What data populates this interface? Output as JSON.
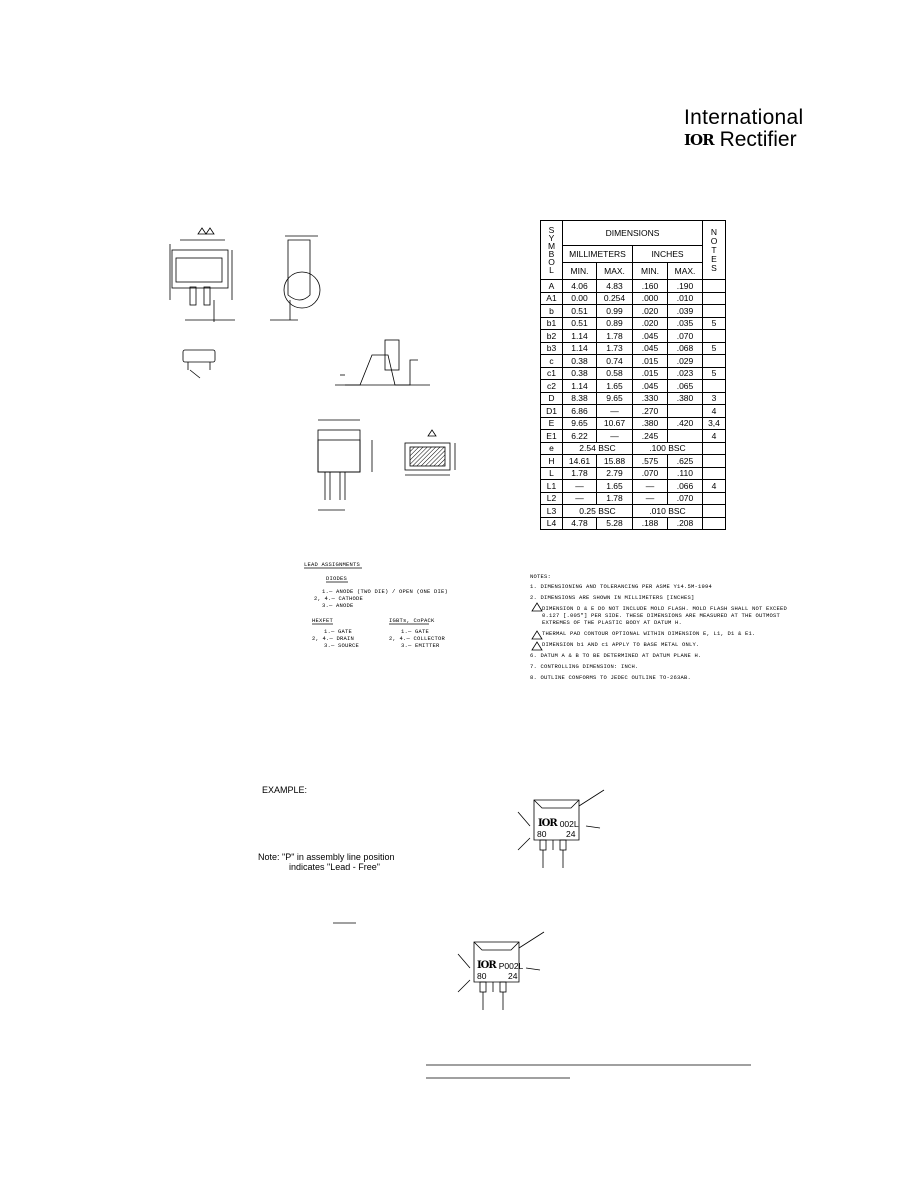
{
  "header": {
    "logo_line1": "International",
    "logo_line2_mark": "IOR",
    "logo_line2_text": "Rectifier"
  },
  "table": {
    "title": "DIMENSIONS",
    "symbol_header": [
      "S",
      "Y",
      "M",
      "B",
      "O",
      "L"
    ],
    "notes_header": [
      "N",
      "O",
      "T",
      "E",
      "S"
    ],
    "mm_header": "MILLIMETERS",
    "in_header": "INCHES",
    "min": "MIN.",
    "max": "MAX.",
    "rows": [
      {
        "sym": "A",
        "mm_min": "4.06",
        "mm_max": "4.83",
        "in_min": ".160",
        "in_max": ".190",
        "note": ""
      },
      {
        "sym": "A1",
        "mm_min": "0.00",
        "mm_max": "0.254",
        "in_min": ".000",
        "in_max": ".010",
        "note": ""
      },
      {
        "sym": "b",
        "mm_min": "0.51",
        "mm_max": "0.99",
        "in_min": ".020",
        "in_max": ".039",
        "note": ""
      },
      {
        "sym": "b1",
        "mm_min": "0.51",
        "mm_max": "0.89",
        "in_min": ".020",
        "in_max": ".035",
        "note": "5"
      },
      {
        "sym": "b2",
        "mm_min": "1.14",
        "mm_max": "1.78",
        "in_min": ".045",
        "in_max": ".070",
        "note": ""
      },
      {
        "sym": "b3",
        "mm_min": "1.14",
        "mm_max": "1.73",
        "in_min": ".045",
        "in_max": ".068",
        "note": "5"
      },
      {
        "sym": "c",
        "mm_min": "0.38",
        "mm_max": "0.74",
        "in_min": ".015",
        "in_max": ".029",
        "note": ""
      },
      {
        "sym": "c1",
        "mm_min": "0.38",
        "mm_max": "0.58",
        "in_min": ".015",
        "in_max": ".023",
        "note": "5"
      },
      {
        "sym": "c2",
        "mm_min": "1.14",
        "mm_max": "1.65",
        "in_min": ".045",
        "in_max": ".065",
        "note": ""
      },
      {
        "sym": "D",
        "mm_min": "8.38",
        "mm_max": "9.65",
        "in_min": ".330",
        "in_max": ".380",
        "note": "3"
      },
      {
        "sym": "D1",
        "mm_min": "6.86",
        "mm_max": "—",
        "in_min": ".270",
        "in_max": "",
        "note": "4"
      },
      {
        "sym": "E",
        "mm_min": "9.65",
        "mm_max": "10.67",
        "in_min": ".380",
        "in_max": ".420",
        "note": "3,4"
      },
      {
        "sym": "E1",
        "mm_min": "6.22",
        "mm_max": "—",
        "in_min": ".245",
        "in_max": "",
        "note": "4"
      },
      {
        "sym": "e",
        "mm_bsc": "2.54 BSC",
        "in_bsc": ".100 BSC",
        "note": ""
      },
      {
        "sym": "H",
        "mm_min": "14.61",
        "mm_max": "15.88",
        "in_min": ".575",
        "in_max": ".625",
        "note": ""
      },
      {
        "sym": "L",
        "mm_min": "1.78",
        "mm_max": "2.79",
        "in_min": ".070",
        "in_max": ".110",
        "note": ""
      },
      {
        "sym": "L1",
        "mm_min": "—",
        "mm_max": "1.65",
        "in_min": "—",
        "in_max": ".066",
        "note": "4"
      },
      {
        "sym": "L2",
        "mm_min": "—",
        "mm_max": "1.78",
        "in_min": "—",
        "in_max": ".070",
        "note": ""
      },
      {
        "sym": "L3",
        "mm_bsc": "0.25 BSC",
        "in_bsc": ".010 BSC",
        "note": ""
      },
      {
        "sym": "L4",
        "mm_min": "4.78",
        "mm_max": "5.28",
        "in_min": ".188",
        "in_max": ".208",
        "note": ""
      }
    ]
  },
  "lead_assignments": {
    "title": "LEAD ASSIGNMENTS",
    "diodes_title": "DIODES",
    "diodes": [
      "1.— ANODE (TWO DIE) / OPEN (ONE DIE)",
      "2, 4.— CATHODE",
      "3.— ANODE"
    ],
    "hexfet_title": "HEXFET",
    "hexfet": [
      "1.— GATE",
      "2, 4.— DRAIN",
      "3.— SOURCE"
    ],
    "igbt_title": "IGBTs, CoPACK",
    "igbt": [
      "1.— GATE",
      "2, 4.— COLLECTOR",
      "3.— EMITTER"
    ]
  },
  "notes": {
    "title": "NOTES:",
    "items": [
      "1. DIMENSIONING AND TOLERANCING PER ASME Y14.5M-1994",
      "2. DIMENSIONS ARE SHOWN IN MILLIMETERS [INCHES]",
      "DIMENSION D & E DO NOT INCLUDE MOLD FLASH. MOLD FLASH SHALL NOT EXCEED",
      "0.127 [.005\"] PER SIDE. THESE DIMENSIONS ARE MEASURED AT THE OUTMOST",
      "EXTREMES OF THE PLASTIC BODY AT DATUM H.",
      "THERMAL PAD CONTOUR OPTIONAL WITHIN DIMENSION E, L1, D1 & E1.",
      "DIMENSION b1 AND c1 APPLY TO BASE METAL ONLY.",
      "6. DATUM A & B TO BE DETERMINED AT DATUM PLANE H.",
      "7. CONTROLLING DIMENSION: INCH.",
      "8. OUTLINE CONFORMS TO JEDEC OUTLINE TO-263AB."
    ]
  },
  "example": {
    "label": "EXAMPLE:",
    "note_line1": "Note:  \"P\" in assembly line position",
    "note_line2": "indicates \"Lead - Free\"",
    "mark1_code": "002L",
    "mark1_bottom_left": "80",
    "mark1_bottom_right": "24",
    "mark2_code": "P002L",
    "mark2_bottom_left": "80",
    "mark2_bottom_right": "24",
    "logo_mark": "IOR"
  }
}
